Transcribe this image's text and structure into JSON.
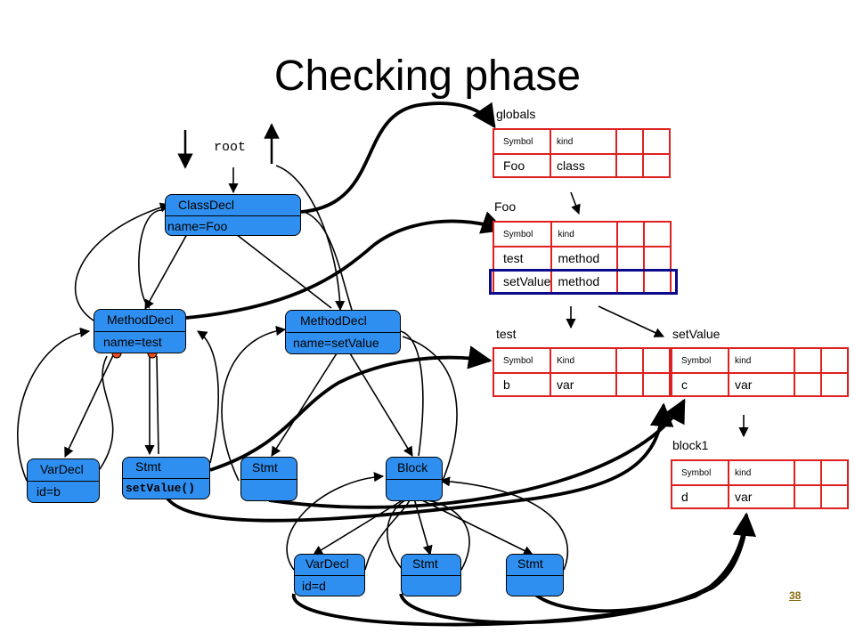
{
  "slide": {
    "title": "Checking phase",
    "page_number": "38"
  },
  "root_label": "root",
  "nodes": {
    "classdecl": {
      "head": "ClassDecl",
      "body": "name=Foo"
    },
    "methoddecl_test": {
      "head": "MethodDecl",
      "body": "name=test"
    },
    "methoddecl_setvalue": {
      "head": "MethodDecl",
      "body": "name=setValue"
    },
    "vardecl_b": {
      "head": "VarDecl",
      "body": "id=b"
    },
    "stmt_setvalue": {
      "head": "Stmt",
      "body": "setValue()"
    },
    "stmt_1": {
      "head": "Stmt",
      "body": ""
    },
    "block": {
      "head": "Block",
      "body": ""
    },
    "vardecl_d": {
      "head": "VarDecl",
      "body": "id=d"
    },
    "stmt_2": {
      "head": "Stmt",
      "body": ""
    },
    "stmt_3": {
      "head": "Stmt",
      "body": ""
    }
  },
  "tables": {
    "globals": {
      "name": "globals",
      "headers": [
        "Symbol",
        "kind"
      ],
      "rows": [
        [
          "Foo",
          "class"
        ]
      ]
    },
    "foo": {
      "name": "Foo",
      "headers": [
        "Symbol",
        "kind"
      ],
      "rows": [
        [
          "test",
          "method"
        ],
        [
          "setValue",
          "method"
        ]
      ]
    },
    "test": {
      "name": "test",
      "headers": [
        "Symbol",
        "Kind"
      ],
      "rows": [
        [
          "b",
          "var"
        ]
      ]
    },
    "setvalue": {
      "name": "setValue",
      "headers": [
        "Symbol",
        "kind"
      ],
      "rows": [
        [
          "c",
          "var"
        ]
      ]
    },
    "block1": {
      "name": "block1",
      "headers": [
        "Symbol",
        "kind"
      ],
      "rows": [
        [
          "d",
          "var"
        ]
      ]
    }
  },
  "colors": {
    "node_fill": "#2f8ff0",
    "table_border": "#e02020",
    "highlight_border": "#0a0a8a",
    "dot": "#e84c1a",
    "page_number": "#8a6a10"
  }
}
